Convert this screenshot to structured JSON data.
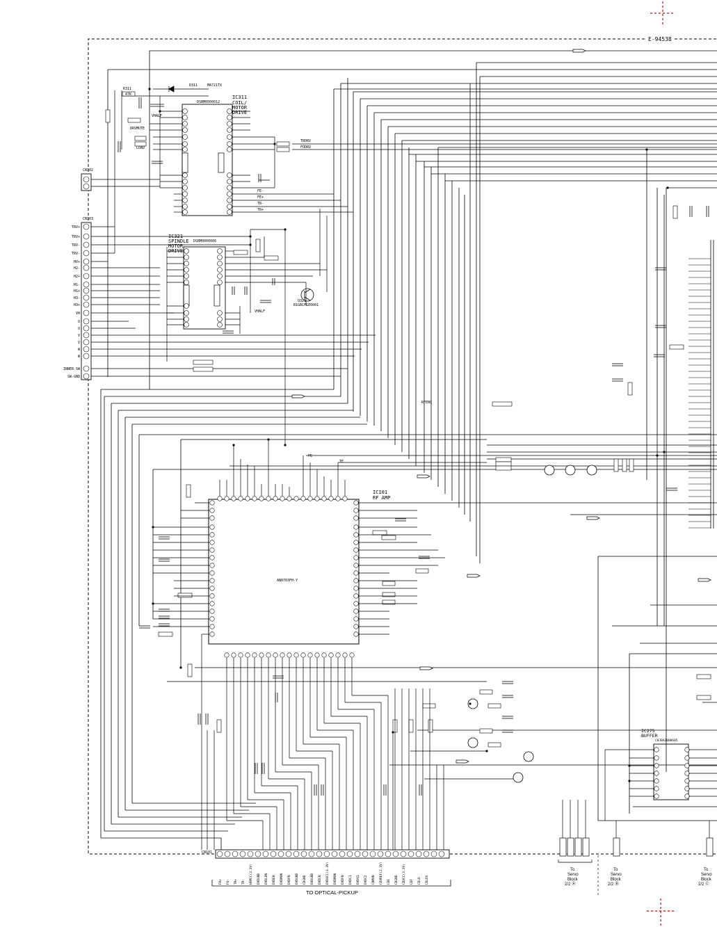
{
  "board_ref": "E-94538",
  "connectors": {
    "cn302": {
      "ref": "CN302",
      "pins": [
        "①",
        "②"
      ]
    },
    "cn303": {
      "ref": "CN303",
      "labels": [
        "TRV+",
        "TRV+",
        "TRV-",
        "TRV-",
        "HV+",
        "H2-",
        "H2+",
        "H1-",
        "H1+",
        "H3-",
        "H3+",
        "VH",
        "U",
        "U",
        "V",
        "V",
        "W",
        "W",
        "INNER SW",
        "SW-GND"
      ]
    },
    "cn101": {
      "ref": "CN101",
      "labels": [
        "FO+",
        "FO-",
        "TR+",
        "TR-",
        "HFMCC(3.3V)",
        "DVDGND",
        "DVDLDN",
        "DVDEN",
        "DVDMON",
        "DVDFN",
        "DVDGND",
        "CDGND",
        "DVDGND",
        "DVDCN",
        "DVDVCC(3.3V)",
        "DVDMON",
        "DVDFN",
        "DVDC1",
        "DVDA1",
        "DVDC2",
        "CDMON",
        "CDVREF(2.3V)",
        "CDE",
        "CDGND",
        "CDVCC(3.3V)",
        "CDF",
        "CDLD",
        "CDLDS"
      ]
    }
  },
  "ics": {
    "ic311": {
      "title": "IC311",
      "subtitle_lines": [
        "COIL/",
        "MOTOR",
        "DRIVE"
      ],
      "part": "DSBM0000012"
    },
    "ic321": {
      "title": "IC321",
      "subtitle_lines": [
        "SPINDLE",
        "MOTOR",
        "DRIVE"
      ],
      "part": "DSBM0000006"
    },
    "ic101": {
      "title": "IC101",
      "subtitle_lines": [
        "RF AMP"
      ],
      "part": "AN8703FH-Y"
    },
    "ic275": {
      "title": "IC275",
      "subtitle_lines": [
        "BUFFER"
      ],
      "part": "C0JBAZ000605"
    }
  },
  "nets": {
    "trdrv": "TRDRV",
    "fodrv": "FODRV",
    "drvmute": "DRVMUTE",
    "load": "LOAD",
    "vhalf": "VHALF",
    "tracking_error": "TE",
    "focus_error": "FE",
    "rfenv": "RFENV",
    "fe_minus": "FE-",
    "fe_plus": "FE+",
    "tr_minus": "TR-",
    "tr_plus": "TR+"
  },
  "notes": {
    "to_optical": "TO OPTICAL-PICKUP",
    "to_servo_a": [
      "To",
      "Servo",
      "Block",
      "2/2 Ⓐ"
    ],
    "to_servo_b": [
      "To",
      "Servo",
      "Block",
      "2/2 Ⓑ"
    ],
    "to_servo_c": [
      "To",
      "Servo",
      "Block",
      "2/2 Ⓒ"
    ]
  },
  "components": {
    "d311": "D311",
    "d311_part": "MA721TX",
    "q321": "Q321",
    "q321_part": "B1GBCFGE0001",
    "r311": "R311",
    "r311_val": "47K"
  }
}
